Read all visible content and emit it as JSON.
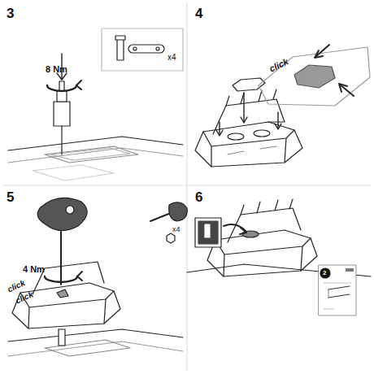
{
  "diagram": {
    "labels": [
      "3",
      "x4",
      "8 Nm",
      "4",
      "click",
      "5",
      "4 Nm",
      "click",
      "click",
      "x4",
      "6",
      "2"
    ]
  }
}
